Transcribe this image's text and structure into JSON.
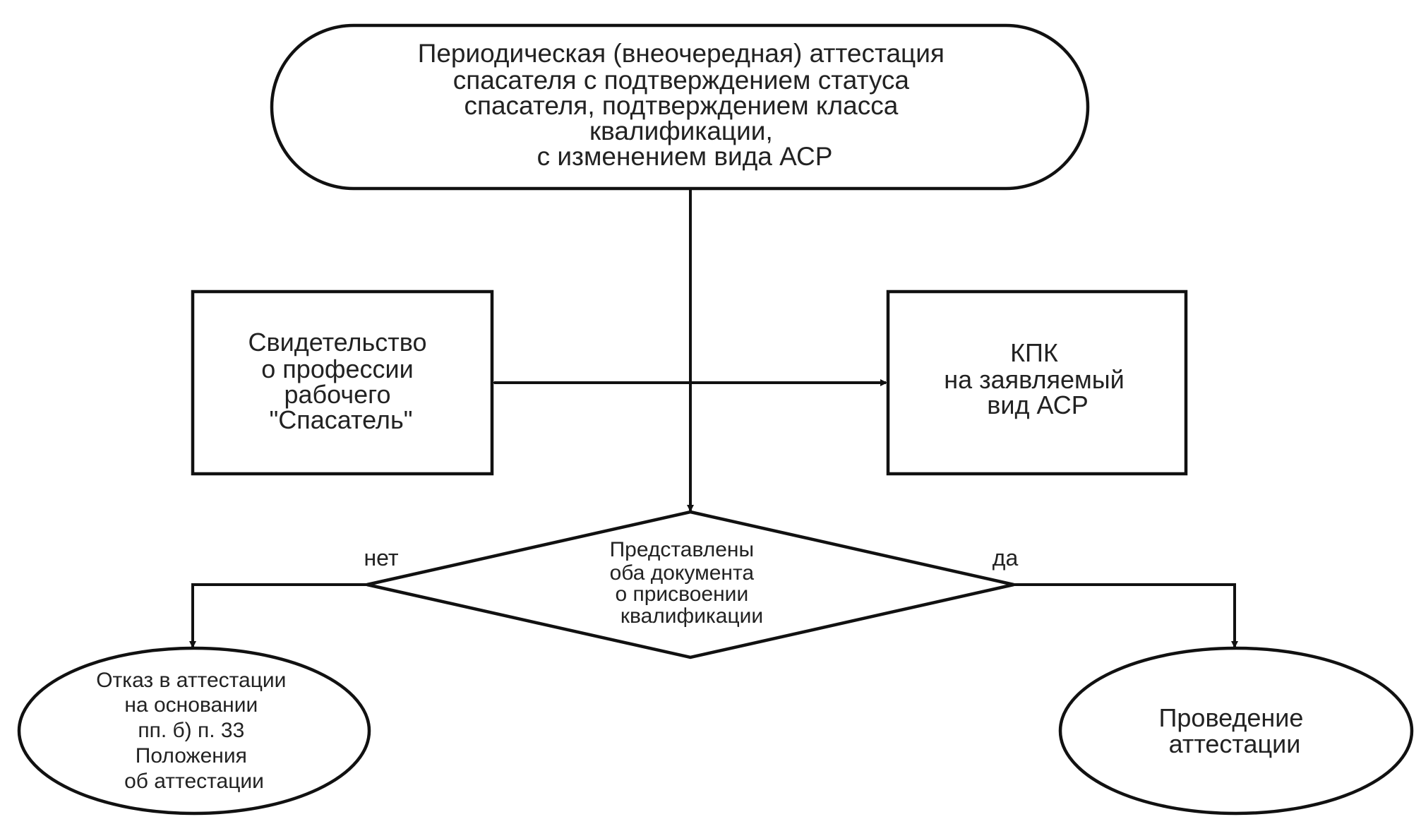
{
  "start": {
    "lines": [
      "Периодическая (внеочередная) аттестация",
      "спасателя с подтверждением статуса",
      "спасателя, подтверждением класса",
      "квалификации,",
      "с изменением вида АСР"
    ]
  },
  "doc_left": {
    "lines": [
      "Свидетельство",
      "о профессии",
      "рабочего",
      "\"Спасатель\""
    ]
  },
  "doc_right": {
    "lines": [
      "КПК",
      "на заявляемый",
      "вид АСР"
    ]
  },
  "decision": {
    "lines": [
      "Представлены",
      "оба документа",
      "о присвоении",
      "квалификации"
    ],
    "no_label": "нет",
    "yes_label": "да"
  },
  "end_no": {
    "lines": [
      "Отказ в аттестации",
      "на основании",
      "пп. б) п. 33",
      "Положения",
      "об аттестации"
    ]
  },
  "end_yes": {
    "lines": [
      "Проведение",
      "аттестации"
    ]
  }
}
